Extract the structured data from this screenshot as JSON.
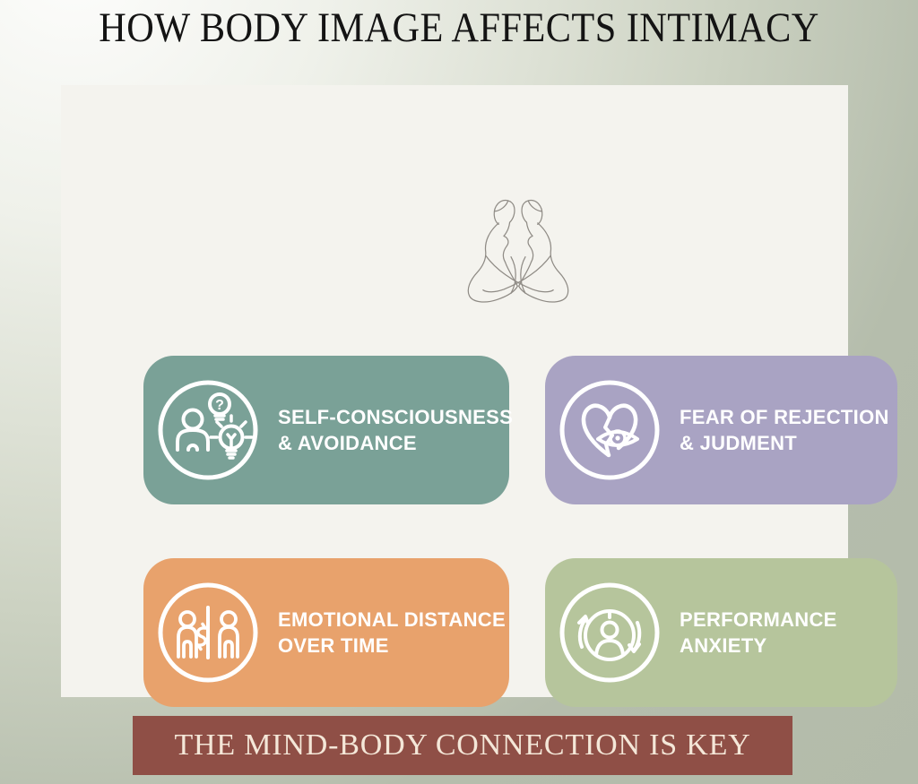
{
  "title": "HOW BODY IMAGE AFFECTS INTIMACY",
  "banner": {
    "text": "THE MIND-BODY CONNECTION IS KEY",
    "background": "#8f4f46",
    "text_color": "#f4e7d8"
  },
  "panel": {
    "background": "#f4f3ee"
  },
  "illustration": {
    "name": "two-embracing-figures-line-art",
    "line_color": "#8f8b85"
  },
  "icons": {
    "question_glyph": "?"
  },
  "cards": [
    {
      "name": "self-consciousness-avoidance",
      "icon": "person-question-lightbulb-icon",
      "line1": "SELF-CONSCIOUSNESS",
      "line2": "& AVOIDANCE",
      "color": "#7aa197"
    },
    {
      "name": "fear-of-rejection-judgment",
      "icon": "broken-heart-eye-icon",
      "line1": "FEAR OF REJECTION",
      "line2": "& JUDMENT",
      "color": "#a9a3c3"
    },
    {
      "name": "emotional-distance-over-time",
      "icon": "people-divided-exchange-icon",
      "line1": "EMOTIONAL DISTANCE",
      "line2": "OVER TIME",
      "color": "#e8a26c"
    },
    {
      "name": "performance-anxiety",
      "icon": "person-cycle-arrows-icon",
      "line1": "PERFORMANCE",
      "line2": "ANXIETY",
      "color": "#b6c59c"
    }
  ]
}
